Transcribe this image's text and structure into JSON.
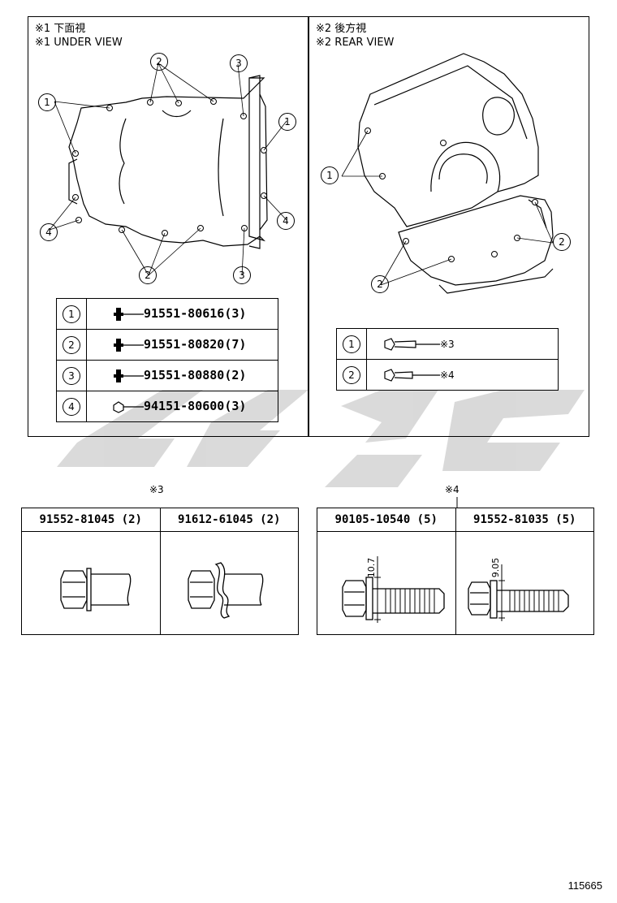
{
  "under_view": {
    "title_jp": "※1 下面視",
    "title_en": "※1 UNDER VIEW",
    "callouts": [
      "1",
      "2",
      "3",
      "1",
      "4",
      "4",
      "2",
      "3"
    ],
    "parts": [
      {
        "num": "1",
        "part_no": "91551-80616",
        "qty": "(3)"
      },
      {
        "num": "2",
        "part_no": "91551-80820",
        "qty": "(7)"
      },
      {
        "num": "3",
        "part_no": "91551-80880",
        "qty": "(2)"
      },
      {
        "num": "4",
        "part_no": "94151-80600",
        "qty": "(3)"
      }
    ]
  },
  "rear_view": {
    "title_jp": "※2 後方視",
    "title_en": "※2 REAR VIEW",
    "callouts": [
      "1",
      "2",
      "2"
    ],
    "parts": [
      {
        "num": "1",
        "ref": "※3"
      },
      {
        "num": "2",
        "ref": "※4"
      }
    ]
  },
  "detail3": {
    "label": "※3",
    "headers": [
      "91552-81045 (2)",
      "91612-61045 (2)"
    ]
  },
  "detail4": {
    "label": "※4",
    "headers": [
      "90105-10540 (5)",
      "91552-81035 (5)"
    ],
    "dims": [
      "10.7",
      "9.05"
    ]
  },
  "figure_id": "115665",
  "colors": {
    "line": "#000000",
    "watermark": "#d3d3d3"
  }
}
